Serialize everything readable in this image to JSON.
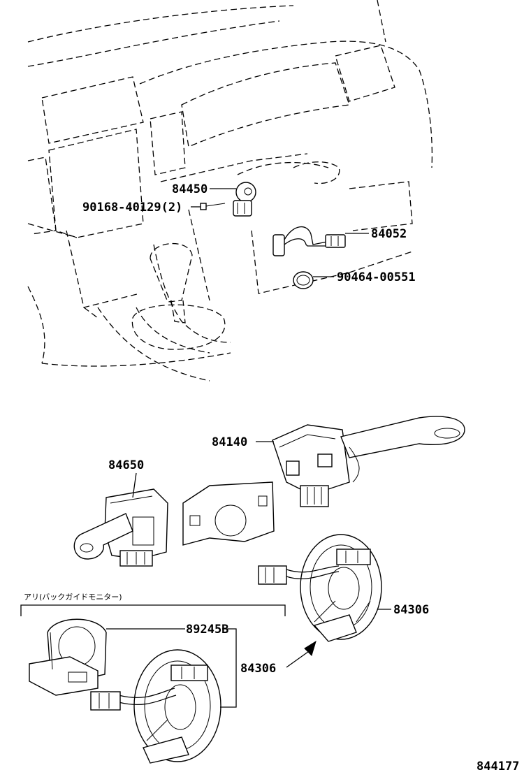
{
  "parts": {
    "p84450": "84450",
    "p90168": "90168-40129(2)",
    "p84052": "84052",
    "p90464": "90464-00551",
    "p84140": "84140",
    "p84650": "84650",
    "p89245B": "89245B",
    "p84306a": "84306",
    "p84306b": "84306"
  },
  "option_note": "アリ(バックガイドモニター)",
  "figure_code": "844177"
}
